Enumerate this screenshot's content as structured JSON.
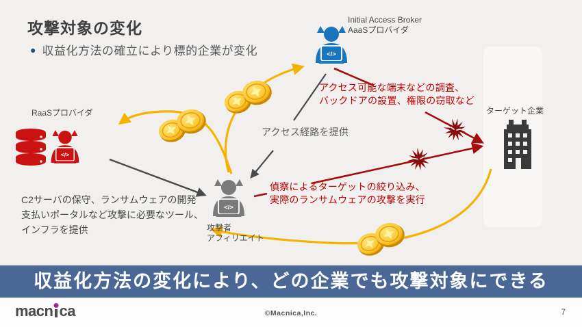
{
  "slide": {
    "title": "攻撃対象の変化",
    "bullet_marker": "●",
    "bullet_text": "収益化方法の確立により標的企業が変化",
    "banner_text": "収益化方法の変化により、どの企業でも攻撃対象にできる"
  },
  "nodes": {
    "initial_access_broker": {
      "line1": "Initial Access Broker",
      "line2": "AaaSプロバイダ"
    },
    "raas_provider": {
      "label": "RaaSプロバイダ"
    },
    "attacker": {
      "line1": "攻撃者",
      "line2": "アフィリエイト"
    },
    "target_company": {
      "label": "ターゲット企業"
    },
    "laptop_glyph": "</>"
  },
  "annotations": {
    "survey": {
      "line1": "アクセス可能な端末などの調査、",
      "line2": "バックドアの設置、権限の窃取など"
    },
    "provide_route": "アクセス経路を提供",
    "recon": {
      "line1": "偵察によるターゲットの絞り込み、",
      "line2": "実際のランサムウェアの攻撃を実行"
    },
    "c2": {
      "line1": "C2サーバの保守、ランサムウェアの開発",
      "line2": "支払いポータルなど攻撃に必要なツール、",
      "line3": "インフラを提供"
    }
  },
  "footer": {
    "logo": "macnica",
    "logo_part1": "macn",
    "logo_part2": "ca",
    "copyright": "©Macnica,Inc.",
    "page_number": "7"
  },
  "colors": {
    "banner_bg": "#4a6795",
    "accent_red": "#c00000",
    "arrow_red": "#a50d0d",
    "arrow_gray": "#4a4a4a",
    "money_gold": "#f5b201",
    "iab_blue": "#1b75bc",
    "raas_red": "#cc1111",
    "attacker_gray": "#7a7a7a",
    "building_dark": "#3a3a3a",
    "bullet_navy": "#1f4e79",
    "logo_dot_purple": "#9c2a8f"
  }
}
